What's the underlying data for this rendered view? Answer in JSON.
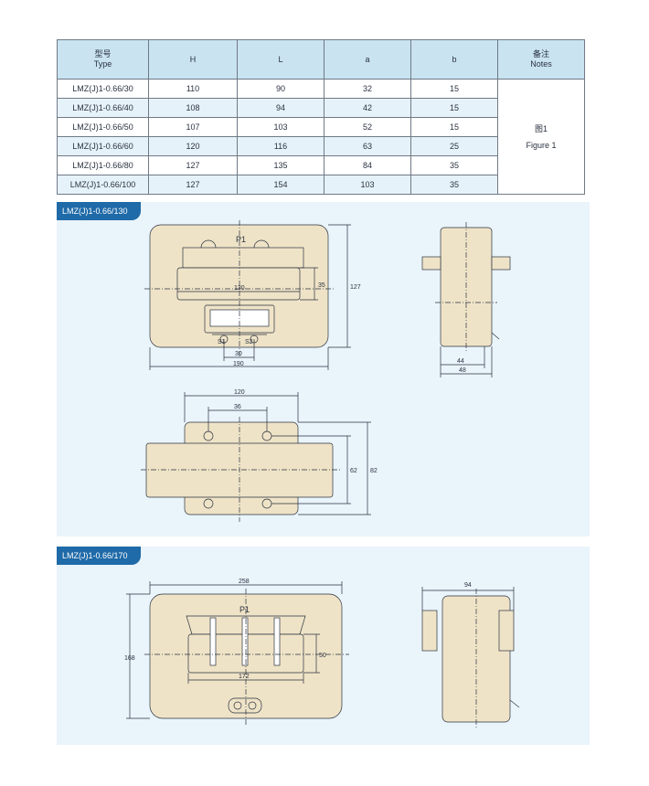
{
  "table": {
    "headers": [
      {
        "cn": "型号",
        "en": "Type"
      },
      {
        "cn": "",
        "en": "H"
      },
      {
        "cn": "",
        "en": "L"
      },
      {
        "cn": "",
        "en": "a"
      },
      {
        "cn": "",
        "en": "b"
      },
      {
        "cn": "备注",
        "en": "Notes"
      }
    ],
    "rows": [
      {
        "type": "LMZ(J)1-0.66/30",
        "H": "110",
        "L": "90",
        "a": "32",
        "b": "15"
      },
      {
        "type": "LMZ(J)1-0.66/40",
        "H": "108",
        "L": "94",
        "a": "42",
        "b": "15"
      },
      {
        "type": "LMZ(J)1-0.66/50",
        "H": "107",
        "L": "103",
        "a": "52",
        "b": "15"
      },
      {
        "type": "LMZ(J)1-0.66/60",
        "H": "120",
        "L": "116",
        "a": "63",
        "b": "25"
      },
      {
        "type": "LMZ(J)1-0.66/80",
        "H": "127",
        "L": "135",
        "a": "84",
        "b": "35"
      },
      {
        "type": "LMZ(J)1-0.66/100",
        "H": "127",
        "L": "154",
        "a": "103",
        "b": "35"
      }
    ],
    "note_cn": "图1",
    "note_en": "Figure 1"
  },
  "panel1": {
    "title": "LMZ(J)1-0.66/130",
    "front": {
      "label": "P1",
      "dim_130": "130",
      "dim_35": "35",
      "dim_127": "127",
      "terminal_s1": "S1",
      "terminal_s2": "S2",
      "dim_30": "30",
      "dim_190": "190"
    },
    "side": {
      "dim_44": "44",
      "dim_48": "48"
    },
    "bottom": {
      "dim_120": "120",
      "dim_36": "36",
      "dim_62": "62",
      "dim_82": "82"
    }
  },
  "panel2": {
    "title": "LMZ(J)1-0.66/170",
    "front": {
      "label": "P1",
      "dim_258": "258",
      "dim_168": "168",
      "dim_50": "50",
      "dim_172": "172"
    },
    "side": {
      "dim_94": "94"
    }
  },
  "colors": {
    "header_bg": "#c9e3f1",
    "row_alt": "#e6f2fa",
    "panel_bg": "#eaf4fb",
    "tag_bg": "#1f6aa8",
    "part_fill": "#efe3c7",
    "line": "#2a3240"
  }
}
